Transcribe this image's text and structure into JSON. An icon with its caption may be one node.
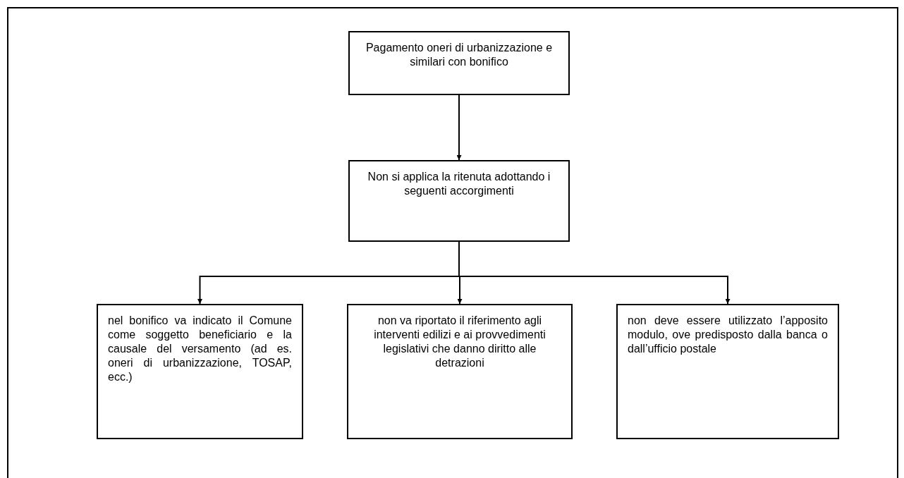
{
  "diagram": {
    "nodes": [
      {
        "text": [
          "Pagamento oneri di urbanizzazione e similari con bonifico"
        ]
      },
      {
        "text": [
          "Non si applica la ritenuta adottando i seguenti accorgimenti"
        ]
      },
      {
        "text": [
          "nel bonifico va indicato il Comune come soggetto beneficiario e la causale del versamento (ad es. oneri di urbanizzazione, TOSAP, ecc.)"
        ]
      },
      {
        "text": [
          "non va riportato il riferimento agli interventi edilizi e ai provvedimenti legislativi che danno diritto alle detrazioni"
        ]
      },
      {
        "text": [
          "non deve essere utilizzato l’apposito modulo, ove predisposto dalla banca o dall’ufficio postale"
        ]
      }
    ],
    "edges": [
      {
        "from": 0,
        "to": 1,
        "arrow": "to"
      },
      {
        "from": 1,
        "to": 2,
        "arrow": "to"
      },
      {
        "from": 1,
        "to": 3,
        "arrow": "to"
      },
      {
        "from": 1,
        "to": 4,
        "arrow": "to"
      }
    ]
  }
}
